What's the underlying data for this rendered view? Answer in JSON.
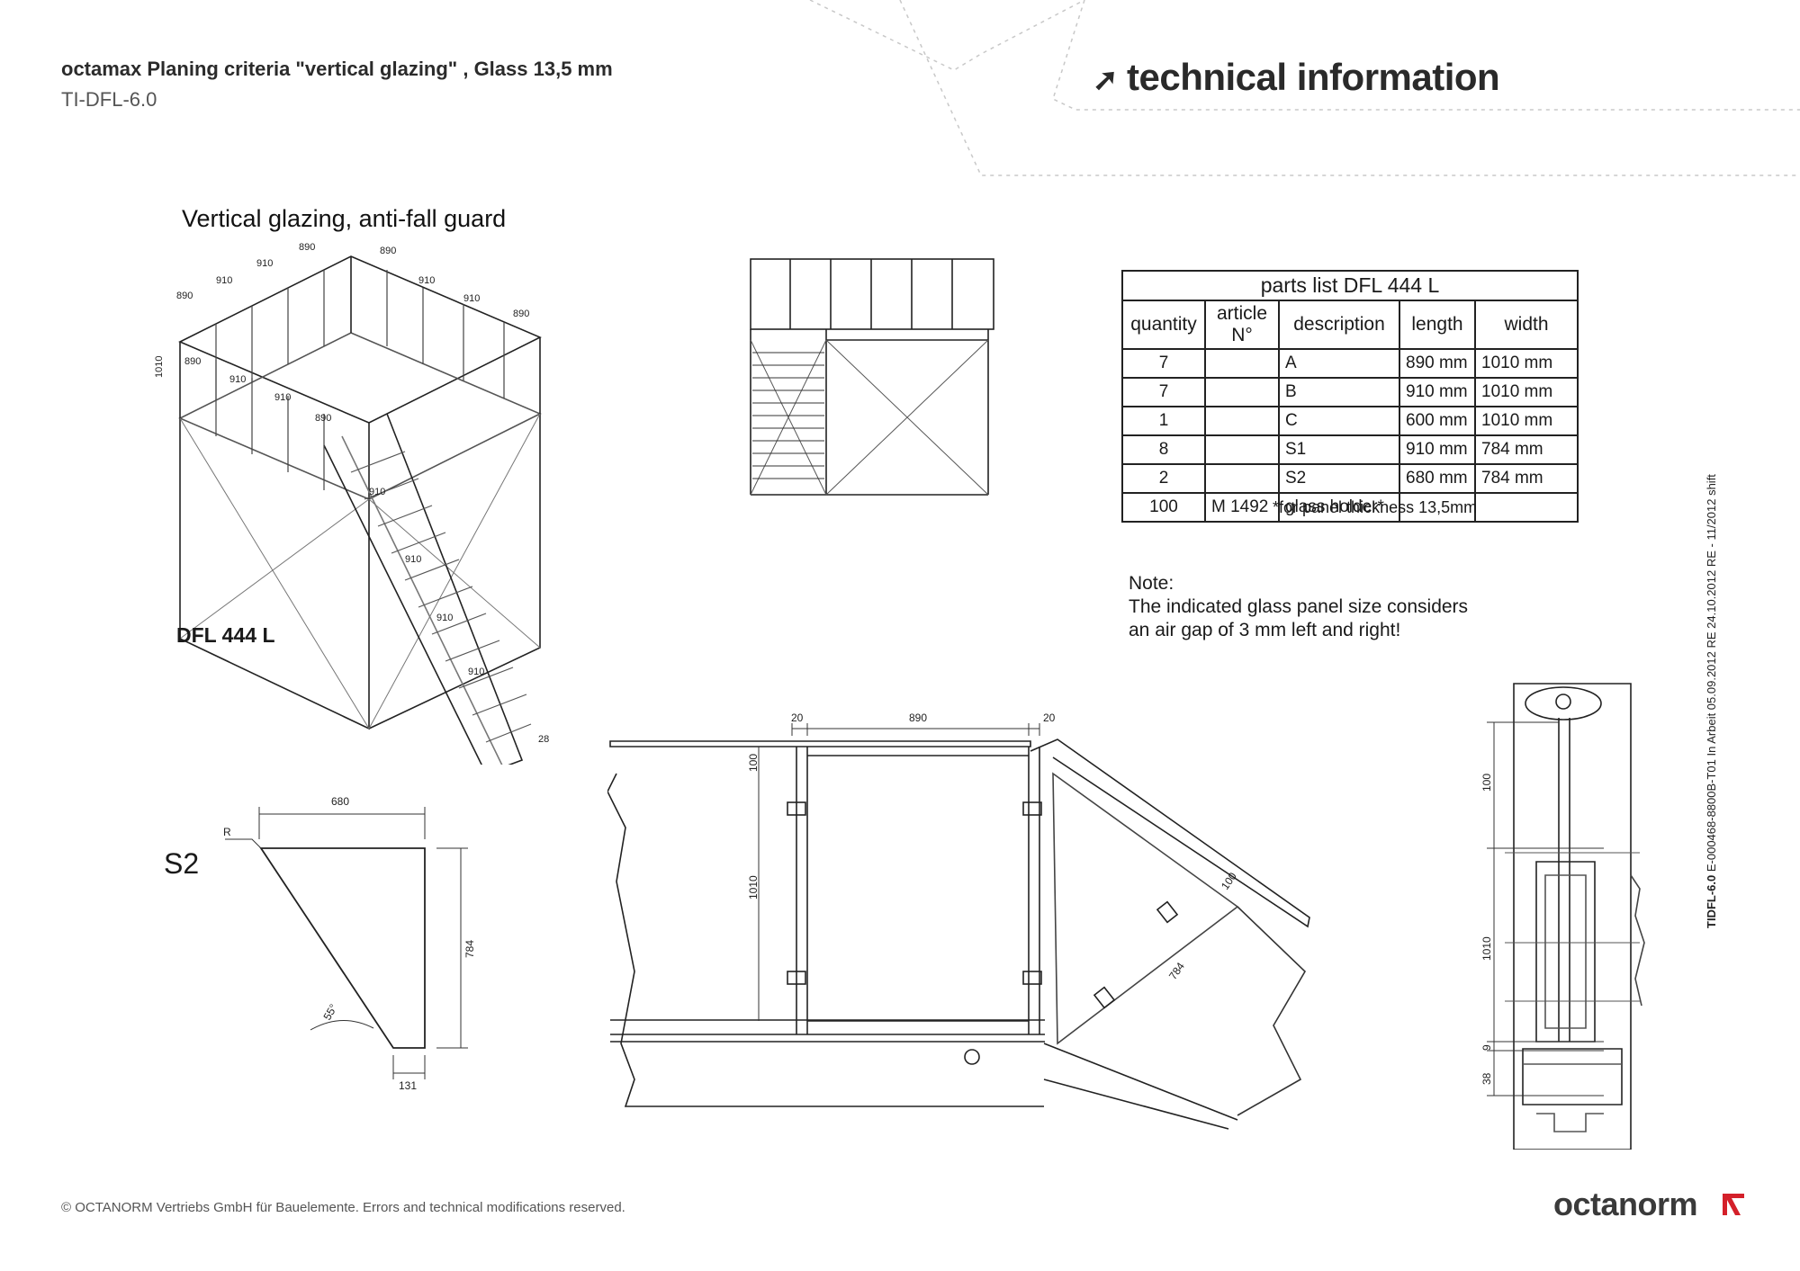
{
  "header": {
    "title": "octamax Planing criteria \"vertical glazing\" , Glass 13,5 mm",
    "code": "TI-DFL-6.0",
    "section_heading": "technical information"
  },
  "drawing": {
    "title": "Vertical glazing, anti-fall guard",
    "model": "DFL 444 L",
    "iso_dims": [
      "890",
      "910",
      "910",
      "890",
      "890",
      "910",
      "910",
      "890",
      "1010",
      "890",
      "910",
      "910",
      "890",
      "910",
      "910",
      "910",
      "910",
      "28"
    ],
    "s2_label": "S2",
    "s2_dims": {
      "top": "680",
      "height": "784",
      "bottom": "131",
      "angle": "55°",
      "r": "R"
    },
    "front_dims": {
      "left": "20",
      "mid": "890",
      "right": "20",
      "top": "100",
      "height": "1010",
      "diag_top": "100",
      "diag": "784"
    },
    "section_dims": {
      "top": "100",
      "height": "1010",
      "gap": "9",
      "base": "38"
    }
  },
  "parts_list": {
    "caption": "parts list DFL 444 L",
    "columns": [
      "quantity",
      "article N°",
      "description",
      "length",
      "width"
    ],
    "rows": [
      [
        "7",
        "",
        "A",
        "890 mm",
        "1010 mm"
      ],
      [
        "7",
        "",
        "B",
        "910 mm",
        "1010 mm"
      ],
      [
        "1",
        "",
        "C",
        "600 mm",
        "1010 mm"
      ],
      [
        "8",
        "",
        "S1",
        "910 mm",
        "784 mm"
      ],
      [
        "2",
        "",
        "S2",
        "680 mm",
        "784 mm"
      ],
      [
        "100",
        "M 1492",
        "glass holder*",
        "",
        ""
      ]
    ],
    "footnote": "*for panel thickness 13,5mm"
  },
  "note": {
    "label": "Note:",
    "line1": "The indicated glass panel size considers",
    "line2": "an air gap of 3 mm left and right!"
  },
  "side_ref": {
    "code": "TIDFL-6.0",
    "text": "E-000468-8800B-T01 In Arbeit 05.09.2012 RE 24.10.2012 RE - 11/2012 shift"
  },
  "footer": {
    "copyright": "© OCTANORM Vertriebs GmbH für Bauelemente. Errors and technical modifications reserved.",
    "brand": "octanorm"
  },
  "colors": {
    "brand_red": "#d4202a",
    "text": "#1a1a1a"
  }
}
